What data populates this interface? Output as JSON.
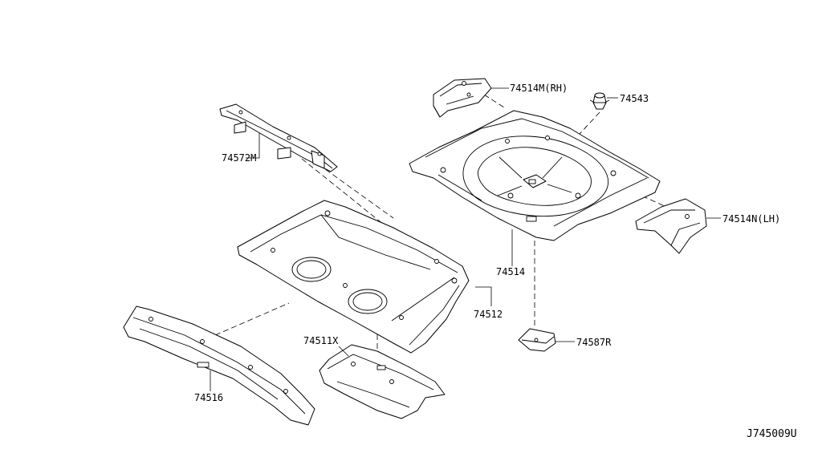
{
  "diagram": {
    "reference_code": "J745009U",
    "parts": [
      {
        "id": "p1",
        "label": "74514M(RH)"
      },
      {
        "id": "p2",
        "label": "74543"
      },
      {
        "id": "p3",
        "label": "74572M"
      },
      {
        "id": "p4",
        "label": "74514N(LH)"
      },
      {
        "id": "p5",
        "label": "74514"
      },
      {
        "id": "p6",
        "label": "74512"
      },
      {
        "id": "p7",
        "label": "74511X"
      },
      {
        "id": "p8",
        "label": "74587R"
      },
      {
        "id": "p9",
        "label": "74516"
      }
    ]
  }
}
